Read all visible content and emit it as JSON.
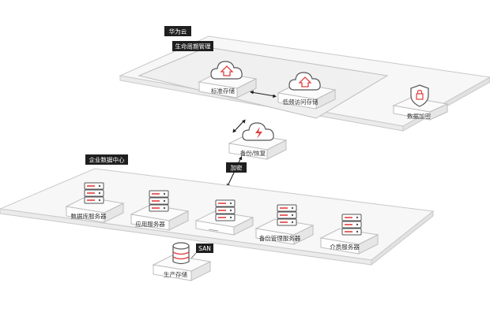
{
  "colors": {
    "accent": "#e23c3c",
    "tag_bg": "#1f1f1f",
    "platform_fill": "#f7f7f7",
    "platform_stroke": "#c9c9c9",
    "box_top": "#fbfbfb",
    "box_side": "#e6e6e6"
  },
  "cloud": {
    "tag": "华为云",
    "lifecycle_tag": "生命周期管理",
    "standard_storage": "标准存储",
    "infrequent_storage": "低频访问存储",
    "encryption": "数据加密"
  },
  "middle": {
    "backup_restore": "备份/恢复",
    "encrypt_tag": "加密"
  },
  "enterprise": {
    "tag": "企业数据中心",
    "db_server": "数据库服务器",
    "app_server": "应用服务器",
    "backup_mgmt_server": "备份管理服务器",
    "media_server": "介质服务器",
    "san_tag": "SAN",
    "production_storage": "生产存储"
  }
}
